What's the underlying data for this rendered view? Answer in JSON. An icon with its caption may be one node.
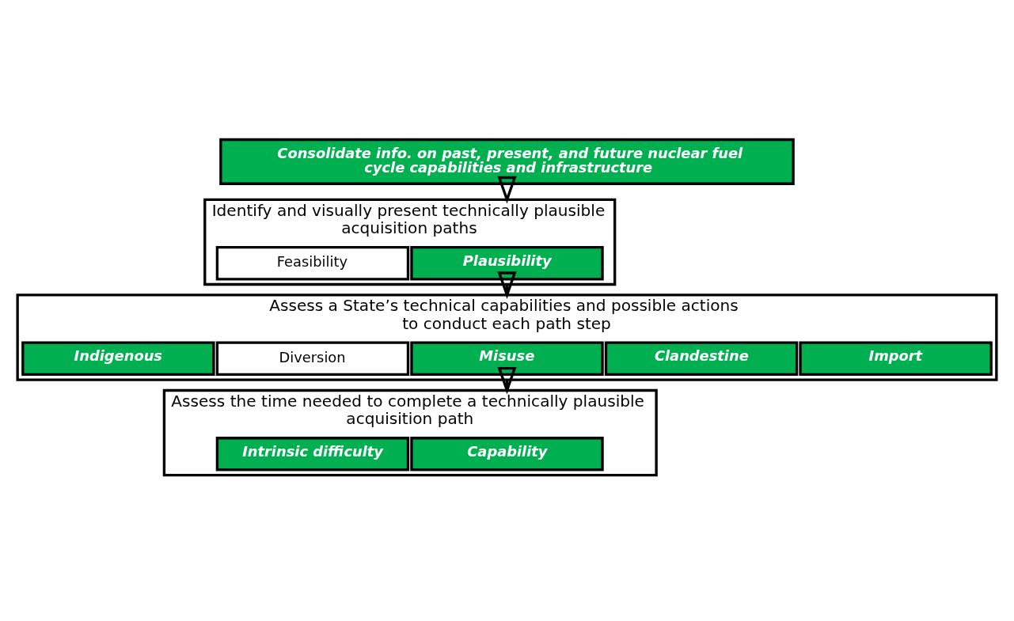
{
  "diagram": {
    "nodes": [
      {
        "text": [
          "Consolidate info. on past, present, and future nuclear fuel cycle capabilities and infrastructure"
        ]
      },
      {
        "text": [
          "Identify and visually present technically plausible acquisition paths"
        ]
      },
      {
        "text": [
          "Feasibility"
        ],
        "in": 1
      },
      {
        "text": [
          "Plausibility"
        ],
        "in": 1
      },
      {
        "text": [
          "Assess a State’s technical capabilities and possible actions to conduct each path step"
        ]
      },
      {
        "text": [
          "Indigenous"
        ],
        "in": 4
      },
      {
        "text": [
          "Diversion"
        ],
        "in": 4
      },
      {
        "text": [
          "Misuse"
        ],
        "in": 4
      },
      {
        "text": [
          "Clandestine"
        ],
        "in": 4
      },
      {
        "text": [
          "Import"
        ],
        "in": 4
      },
      {
        "text": [
          "Assess the time needed to complete a technically plausible acquisition path"
        ]
      },
      {
        "text": [
          "Intrinsic difficulty"
        ],
        "in": 10
      },
      {
        "text": [
          "Capability"
        ],
        "in": 10
      }
    ],
    "edges": [
      {
        "from": 0,
        "to": 1,
        "arrow": "to"
      },
      {
        "from": 1,
        "to": 4,
        "arrow": "to"
      },
      {
        "from": 4,
        "to": 10,
        "arrow": "to"
      }
    ]
  }
}
